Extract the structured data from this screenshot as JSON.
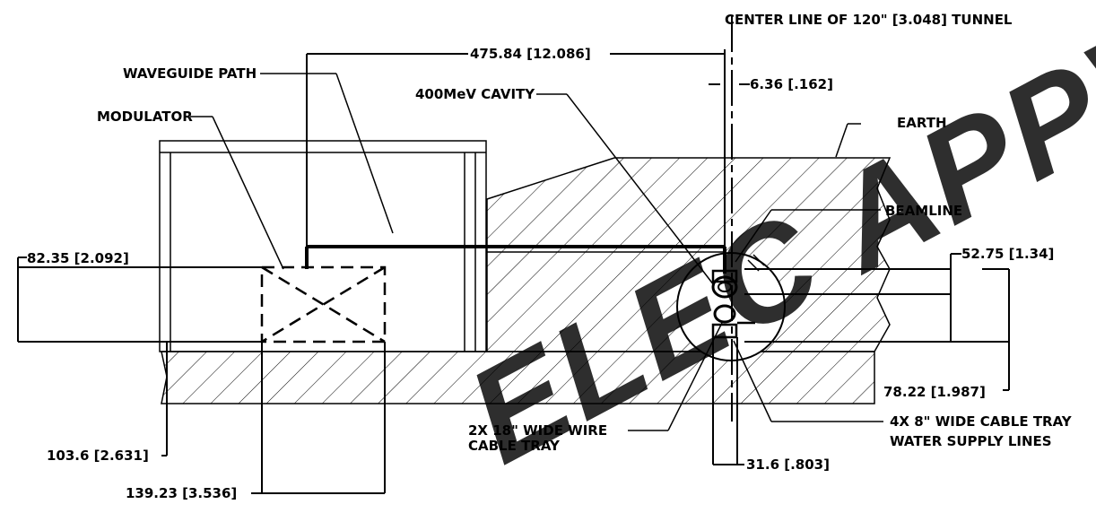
{
  "colors": {
    "line": "#000000",
    "watermark": "#3a3ae0"
  },
  "watermark": "ELEC APPV",
  "labels": {
    "center_line": "CENTER LINE OF 120\" [3.048] TUNNEL",
    "waveguide_path": "WAVEGUIDE PATH",
    "cavity": "400MeV CAVITY",
    "modulator": "MODULATOR",
    "earth": "EARTH",
    "beamline": "BEAMLINE",
    "wire_tray_line1": "2X 18\" WIDE WIRE",
    "wire_tray_line2": "CABLE TRAY",
    "cable_tray_line1": "4X 8\" WIDE CABLE TRAY",
    "cable_tray_line2": "WATER SUPPLY LINES"
  },
  "dimensions": {
    "d1": "475.84 [12.086]",
    "d2": "6.36 [.162]",
    "d3": "82.35 [2.092]",
    "d4": "52.75 [1.34]",
    "d5": "78.22 [1.987]",
    "d6": "103.6 [2.631]",
    "d7": "139.23 [3.536]",
    "d8": "31.6 [.803]"
  }
}
